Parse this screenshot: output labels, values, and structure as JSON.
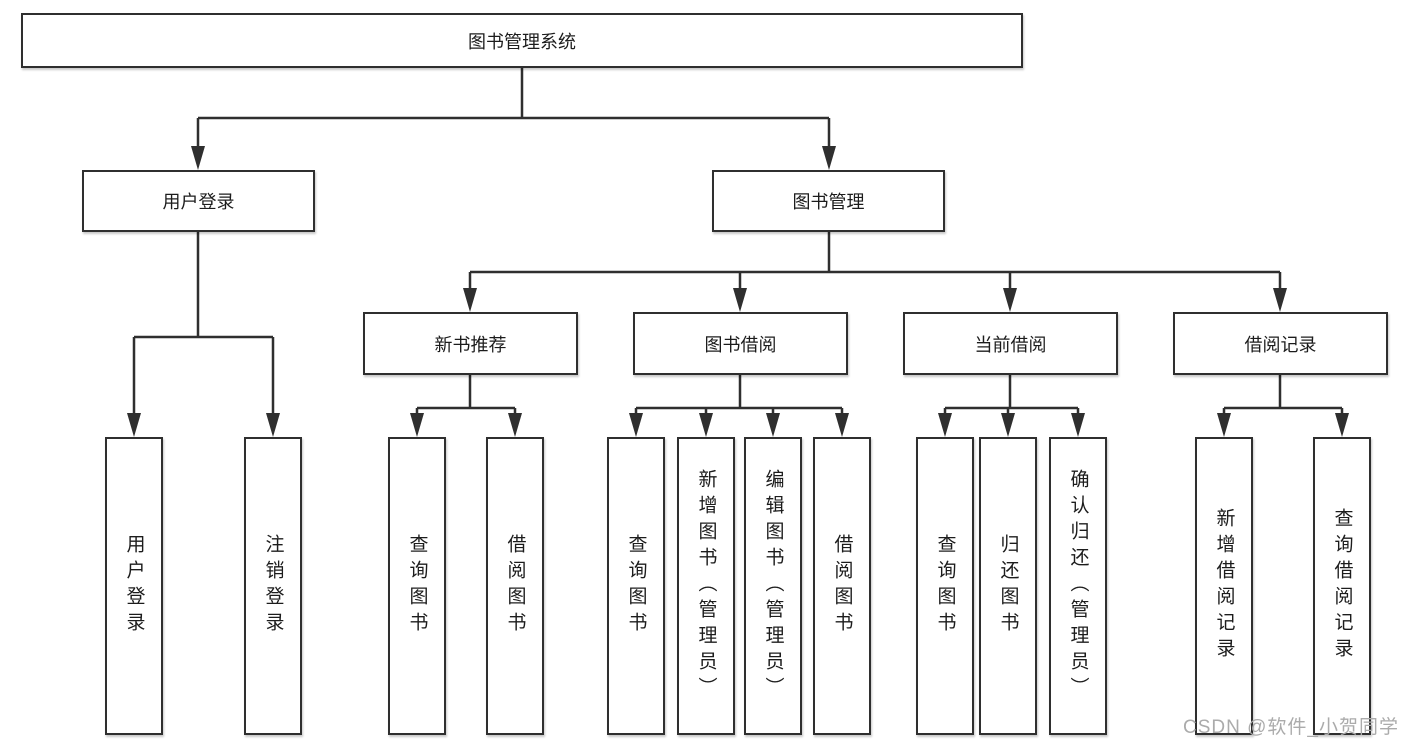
{
  "diagram": {
    "title": "图书管理系统",
    "tree": {
      "root": {
        "label": "图书管理系统"
      },
      "level2": [
        {
          "label": "用户登录"
        },
        {
          "label": "图书管理"
        }
      ],
      "level3": [
        {
          "parent": "图书管理",
          "label": "新书推荐"
        },
        {
          "parent": "图书管理",
          "label": "图书借阅"
        },
        {
          "parent": "图书管理",
          "label": "当前借阅"
        },
        {
          "parent": "图书管理",
          "label": "借阅记录"
        }
      ],
      "leaves": [
        {
          "parent": "用户登录",
          "label": "用户登录"
        },
        {
          "parent": "用户登录",
          "label": "注销登录"
        },
        {
          "parent": "新书推荐",
          "label": "查询图书"
        },
        {
          "parent": "新书推荐",
          "label": "借阅图书"
        },
        {
          "parent": "图书借阅",
          "label": "查询图书"
        },
        {
          "parent": "图书借阅",
          "label": "新增图书（管理员）"
        },
        {
          "parent": "图书借阅",
          "label": "编辑图书（管理员）"
        },
        {
          "parent": "图书借阅",
          "label": "借阅图书"
        },
        {
          "parent": "当前借阅",
          "label": "查询图书"
        },
        {
          "parent": "当前借阅",
          "label": "归还图书"
        },
        {
          "parent": "当前借阅",
          "label": "确认归还（管理员）"
        },
        {
          "parent": "借阅记录",
          "label": "新增借阅记录"
        },
        {
          "parent": "借阅记录",
          "label": "查询借阅记录"
        }
      ]
    },
    "colors": {
      "line": "#2f2f2f",
      "box_border": "#2f2f2f",
      "text": "#1c1c1c",
      "watermark": "#ababab",
      "background": "#ffffff"
    },
    "watermark": {
      "text": "CSDN @软件_小贺同学"
    }
  }
}
